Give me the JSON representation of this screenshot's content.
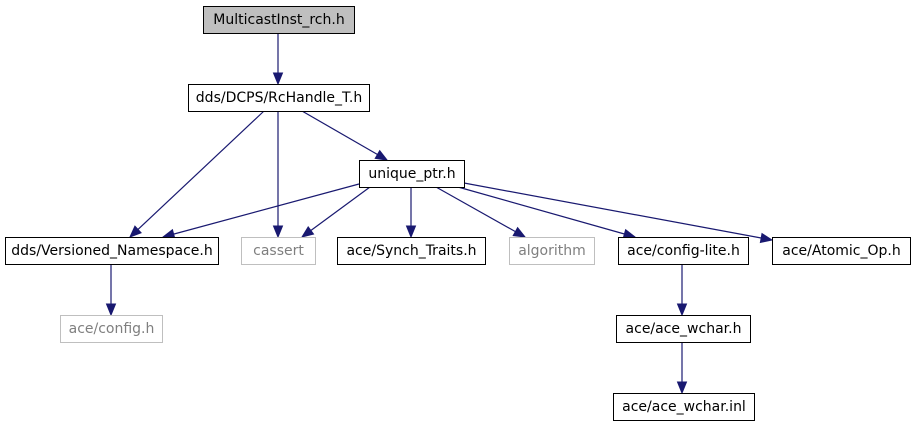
{
  "diagram": {
    "type": "include-dependency-graph",
    "colors": {
      "edge": "#191970",
      "root_fill": "#bfbfbf",
      "node_border": "#000000",
      "external_border": "#bfbfbf",
      "external_text": "#7f7f7f"
    },
    "nodes": [
      {
        "id": "rch",
        "label": "MulticastInst_rch.h",
        "kind": "root"
      },
      {
        "id": "rchandle",
        "label": "dds/DCPS/RcHandle_T.h",
        "kind": "normal"
      },
      {
        "id": "unique",
        "label": "unique_ptr.h",
        "kind": "normal"
      },
      {
        "id": "versioned",
        "label": "dds/Versioned_Namespace.h",
        "kind": "normal"
      },
      {
        "id": "cassert",
        "label": "cassert",
        "kind": "external"
      },
      {
        "id": "synch",
        "label": "ace/Synch_Traits.h",
        "kind": "normal"
      },
      {
        "id": "algorithm",
        "label": "algorithm",
        "kind": "external"
      },
      {
        "id": "configlite",
        "label": "ace/config-lite.h",
        "kind": "normal"
      },
      {
        "id": "atomic",
        "label": "ace/Atomic_Op.h",
        "kind": "normal"
      },
      {
        "id": "config",
        "label": "ace/config.h",
        "kind": "external"
      },
      {
        "id": "wchar",
        "label": "ace/ace_wchar.h",
        "kind": "normal"
      },
      {
        "id": "wcharinl",
        "label": "ace/ace_wchar.inl",
        "kind": "normal"
      }
    ],
    "edges": [
      {
        "from": "rch",
        "to": "rchandle"
      },
      {
        "from": "rchandle",
        "to": "versioned"
      },
      {
        "from": "rchandle",
        "to": "cassert"
      },
      {
        "from": "rchandle",
        "to": "unique"
      },
      {
        "from": "unique",
        "to": "versioned"
      },
      {
        "from": "unique",
        "to": "cassert"
      },
      {
        "from": "unique",
        "to": "synch"
      },
      {
        "from": "unique",
        "to": "algorithm"
      },
      {
        "from": "unique",
        "to": "configlite"
      },
      {
        "from": "unique",
        "to": "atomic"
      },
      {
        "from": "versioned",
        "to": "config"
      },
      {
        "from": "configlite",
        "to": "wchar"
      },
      {
        "from": "wchar",
        "to": "wcharinl"
      }
    ]
  }
}
